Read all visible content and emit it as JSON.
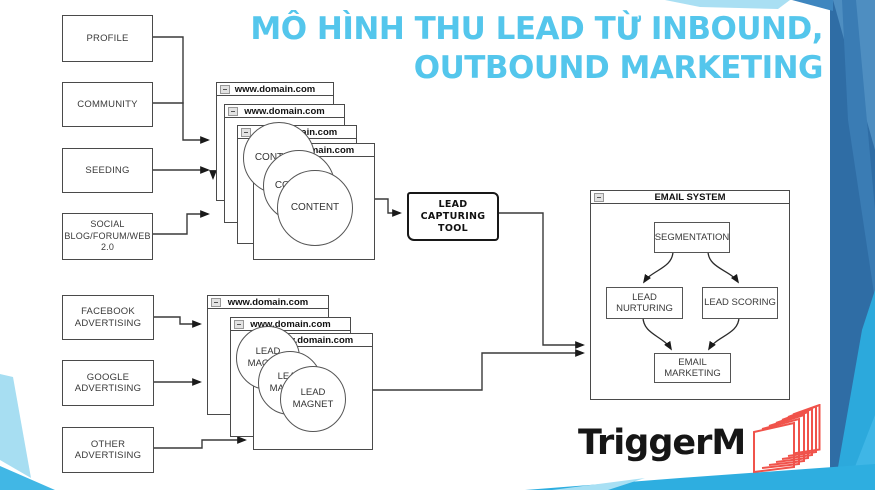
{
  "title": {
    "line1": "MÔ HÌNH THU LEAD TỪ INBOUND,",
    "line2": "OUTBOUND MARKETING"
  },
  "window_title": "www.domain.com",
  "inbound": {
    "sources": [
      "PROFILE",
      "COMMUNITY",
      "SEEDING",
      "SOCIAL\nBLOG/FORUM/WEB\n2.0"
    ],
    "circle_label": "CONTENT"
  },
  "outbound": {
    "sources": [
      "FACEBOOK\nADVERTISING",
      "GOOGLE\nADVERTISING",
      "OTHER\nADVERTISING"
    ],
    "circle_label": "LEAD\nMAGNET"
  },
  "capture_tool": {
    "label": "LEAD CAPTURING\nTOOL"
  },
  "email_system": {
    "window_title": "EMAIL SYSTEM",
    "nodes": {
      "segmentation": "SEGMENTATION",
      "lead_nurturing": "LEAD\nNURTURING",
      "lead_scoring": "LEAD SCORING",
      "email_marketing": "EMAIL\nMARKETING"
    }
  },
  "branding": {
    "logo_text": "TriggerM"
  },
  "colors": {
    "title_cyan": "#54C6EC",
    "band_blue": "#2F6DA5",
    "band_blue_light": "#4E8EC1",
    "band_cyan": "#2CA9DC",
    "band_cyan_bright": "#3FB6E6",
    "wedge_light": "#A7DEF2",
    "logo_red": "#F0534B",
    "line_ink": "#3a3a3a"
  }
}
